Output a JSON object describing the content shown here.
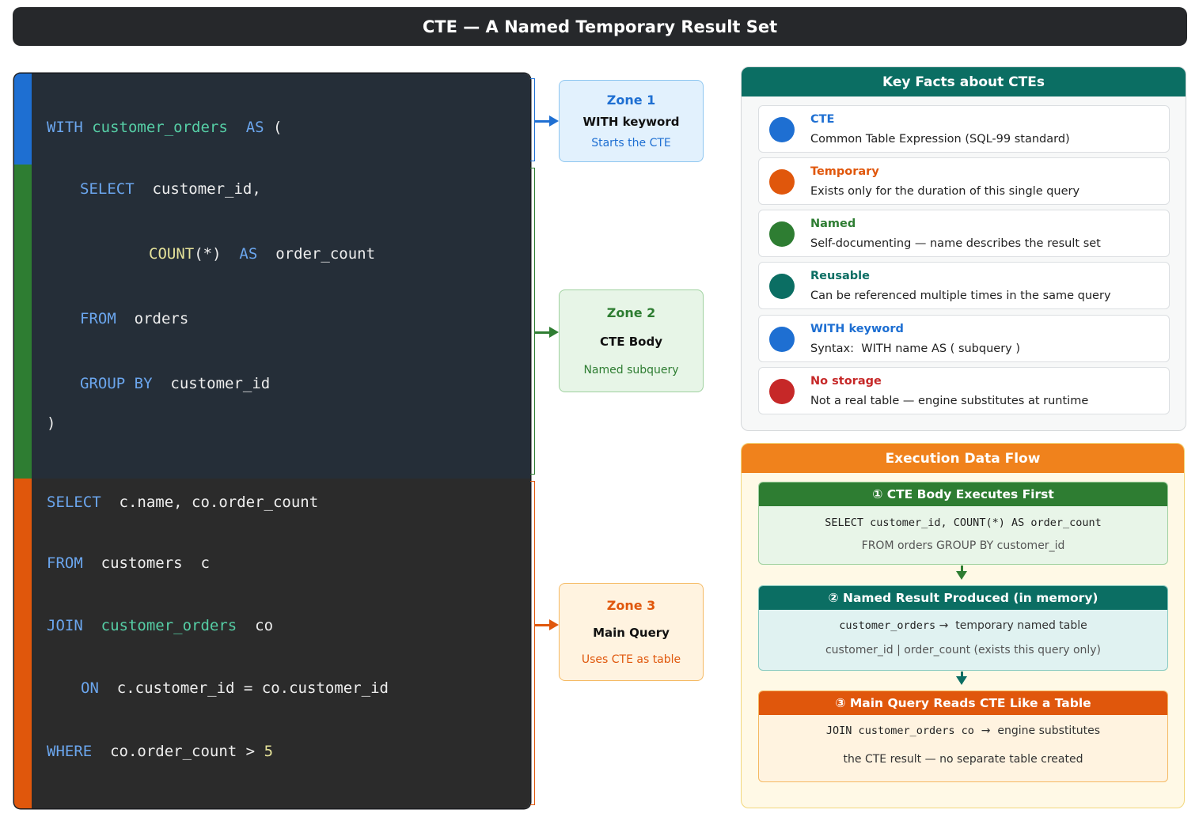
{
  "title": "CTE — A Named Temporary Result Set",
  "code": {
    "cte": {
      "line1": {
        "kw1": "WITH",
        "name": "customer_orders",
        "kw2": "AS",
        "paren": "("
      }
    },
    "body": {
      "line1": {
        "kw": "SELECT",
        "text": "customer_id,"
      },
      "line2": {
        "fn": "COUNT",
        "args": "(*)",
        "kw": "AS",
        "text": "order_count"
      },
      "line3": {
        "kw": "FROM",
        "text": "orders"
      },
      "line4": {
        "kw": "GROUP BY",
        "text": "customer_id"
      },
      "line5": {
        "text": ")"
      }
    },
    "main": {
      "line1": {
        "kw": "SELECT",
        "text": "c.name, co.order_count"
      },
      "line2": {
        "kw": "FROM",
        "text": "customers  c"
      },
      "line3": {
        "kw": "JOIN",
        "name": "customer_orders",
        "text": "co"
      },
      "line4": {
        "kw": "ON",
        "text": "c.customer_id = co.customer_id"
      },
      "line5": {
        "kw": "WHERE",
        "text": "co.order_count > ",
        "num": "5"
      }
    }
  },
  "zones": [
    {
      "title": "Zone 1",
      "subtitle": "WITH keyword",
      "desc": "Starts the CTE"
    },
    {
      "title": "Zone 2",
      "subtitle": "CTE Body",
      "desc": "Named subquery"
    },
    {
      "title": "Zone 3",
      "subtitle": "Main Query",
      "desc": "Uses CTE as table"
    }
  ],
  "facts": {
    "title": "Key Facts about CTEs",
    "items": [
      {
        "label": "CTE",
        "desc": "Common Table Expression (SQL-99 standard)",
        "color": "#1e6fd2"
      },
      {
        "label": "Temporary",
        "desc": "Exists only for the duration of this single query",
        "color": "#e0570c"
      },
      {
        "label": "Named",
        "desc": "Self-documenting — name describes the result set",
        "color": "#2e7d32"
      },
      {
        "label": "Reusable",
        "desc": "Can be referenced multiple times in the same query",
        "color": "#0b6e63"
      },
      {
        "label": "WITH keyword",
        "desc": "Syntax:  WITH name AS ( subquery )",
        "color": "#1e6fd2"
      },
      {
        "label": "No storage",
        "desc": "Not a real table — engine substitutes at runtime",
        "color": "#c62828"
      }
    ]
  },
  "flow": {
    "title": "Execution Data Flow",
    "steps": [
      {
        "title": "① CTE Body Executes First",
        "line1": "SELECT customer_id, COUNT(*) AS order_count",
        "line2": "FROM orders GROUP BY customer_id"
      },
      {
        "title": "② Named Result Produced (in memory)",
        "line1_code": "customer_orders",
        "line1_text": " →  temporary named table",
        "line2": "customer_id | order_count (exists this query only)"
      },
      {
        "title": "③ Main Query Reads CTE Like a Table",
        "line1_code": "JOIN customer_orders co",
        "line1_text": "  →  engine substitutes",
        "line2": "the CTE result — no separate table created"
      }
    ]
  },
  "colors": {
    "blue": "#1e6fd2",
    "green": "#2e7d32",
    "teal": "#0b6e63",
    "orange": "#e0570c",
    "amber": "#f0821c",
    "red": "#c62828",
    "code_bg": "#252e38"
  }
}
